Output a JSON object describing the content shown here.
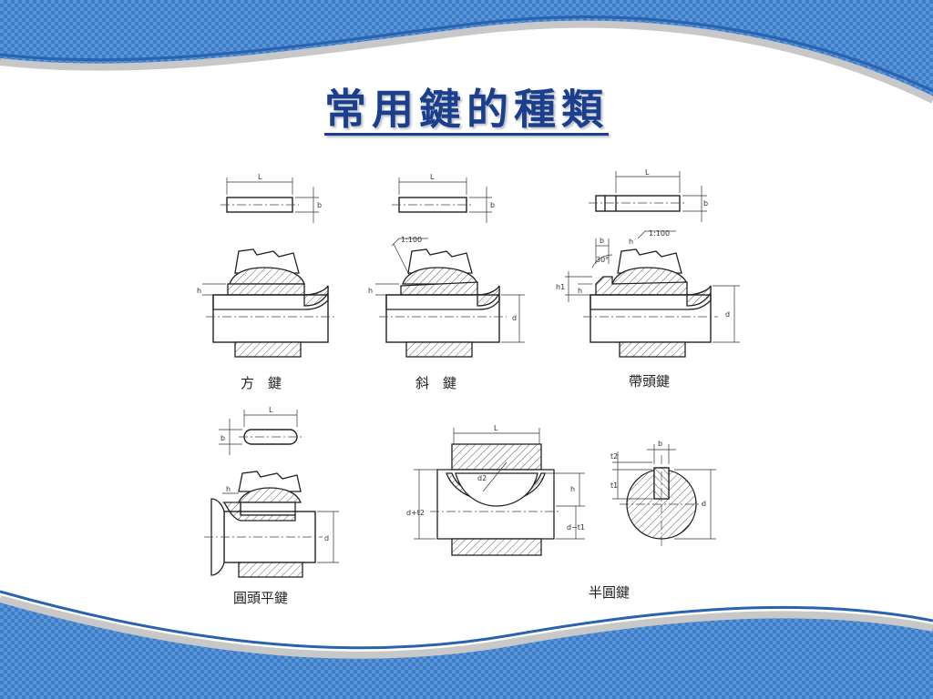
{
  "slide": {
    "title": "常用鍵的種類",
    "theme_colors": {
      "band": "#2f6fbd",
      "band_dark": "#1e4f96",
      "title": "#1b3f8f"
    }
  },
  "diagrams": {
    "square_key": {
      "caption": "方　鍵",
      "dims": {
        "L": "L",
        "b": "b",
        "h": "h"
      }
    },
    "taper_key": {
      "caption": "斜　鍵",
      "slope": "1:100",
      "dims": {
        "L": "L",
        "b": "b",
        "h": "h",
        "d": "d"
      }
    },
    "gib_head_key": {
      "caption": "帶頭鍵",
      "slope": "1:100",
      "angle": "30°",
      "dims": {
        "L": "L",
        "b": "b",
        "h": "h",
        "h1": "h1",
        "d": "d"
      }
    },
    "round_end_key": {
      "caption": "圓頭平鍵",
      "dims": {
        "L": "L",
        "b": "b",
        "h": "h",
        "d": "d"
      }
    },
    "woodruff_key": {
      "caption": "半圓鍵",
      "dims": {
        "L": "L",
        "d2": "d2",
        "h": "h",
        "d_plus_t2": "d+t2",
        "d_minus_t1": "d−t1",
        "b": "b",
        "t2": "t2",
        "t1": "t1",
        "d": "d"
      }
    }
  }
}
